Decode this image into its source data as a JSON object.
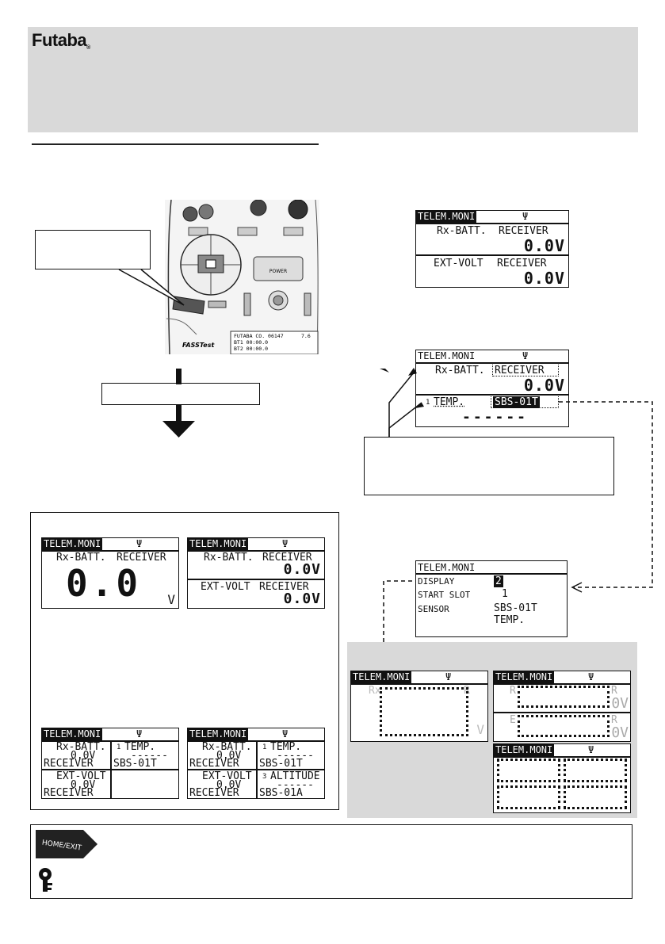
{
  "header": {
    "brand": "Futaba",
    "registered_mark": "®"
  },
  "illustration": {
    "screen_line1": "FUTABA CO. 06147",
    "screen_line2": "BT1 00:00.0",
    "screen_line3": "BT2 00:00.0",
    "power_label": "POWER",
    "fasst_label": "FASSTest",
    "batt_label": "7.6"
  },
  "lcd_a": {
    "title": "TELEM.MONI",
    "antenna": "Ψ",
    "row1_label": "Rx-BATT.",
    "row1_source": "RECEIVER",
    "row1_value": "0.0V",
    "row2_label": "EXT-VOLT",
    "row2_source": "RECEIVER",
    "row2_value": "0.0V"
  },
  "lcd_b": {
    "title": "TELEM.MONI",
    "antenna": "Ψ",
    "row1_label": "Rx-BATT.",
    "row1_source": "RECEIVER",
    "row1_value": "0.0V",
    "row2_slot": "1",
    "row2_label": "TEMP.",
    "row2_source": "SBS-01T",
    "row2_value": "------"
  },
  "lcd_c": {
    "title": "TELEM.MONI",
    "display_label": "DISPLAY",
    "display_value": "2",
    "start_slot_label": "START SLOT",
    "start_slot_value": "1",
    "sensor_label": "SENSOR",
    "sensor_value": "SBS-01T",
    "sensor_type": "TEMP."
  },
  "lcd_d": {
    "title": "TELEM.MONI",
    "antenna": "Ψ",
    "row1_label": "Rx-BATT.",
    "row1_source": "RECEIVER",
    "big_value": "0.0",
    "unit": "V"
  },
  "lcd_e": {
    "title": "TELEM.MONI",
    "antenna": "Ψ",
    "row1_label": "Rx-BATT.",
    "row1_source": "RECEIVER",
    "row1_value": "0.0V",
    "row2_label": "EXT-VOLT",
    "row2_source": "RECEIVER",
    "row2_value": "0.0V"
  },
  "lcd_f": {
    "title": "TELEM.MONI",
    "antenna": "Ψ",
    "c1_label": "Rx-BATT.",
    "c1_value": "0.0V",
    "c1_source": "RECEIVER",
    "c2_slot": "1",
    "c2_label": "TEMP.",
    "c2_value": "------",
    "c2_source": "SBS-01T",
    "c3_label": "EXT-VOLT",
    "c3_value": "0.0V",
    "c3_source": "RECEIVER"
  },
  "lcd_g": {
    "title": "TELEM.MONI",
    "antenna": "Ψ",
    "c1_label": "Rx-BATT.",
    "c1_value": "0.0V",
    "c1_source": "RECEIVER",
    "c2_slot": "1",
    "c2_label": "TEMP.",
    "c2_value": "------",
    "c2_source": "SBS-01T",
    "c3_label": "EXT-VOLT",
    "c3_value": "0.0V",
    "c3_source": "RECEIVER",
    "c4_slot": "3",
    "c4_label": "ALTITUDE",
    "c4_value": "------",
    "c4_source": "SBS-01A"
  },
  "lcd_h": {
    "title": "TELEM.MONI",
    "antenna": "Ψ",
    "ghost_left": "Rx",
    "ghost_right": "R",
    "unit": "V"
  },
  "lcd_i": {
    "title": "TELEM.MONI",
    "antenna": "Ψ",
    "ghost_r1": "R",
    "ghost_r2": "R",
    "ghost_l1": "R",
    "ghost_l2": "E",
    "ghost_v1": "0V",
    "ghost_v2": "0V"
  },
  "lcd_j": {
    "title": "TELEM.MONI",
    "antenna": "Ψ"
  },
  "icons": {
    "home_exit_label": "HOME/EXIT"
  }
}
